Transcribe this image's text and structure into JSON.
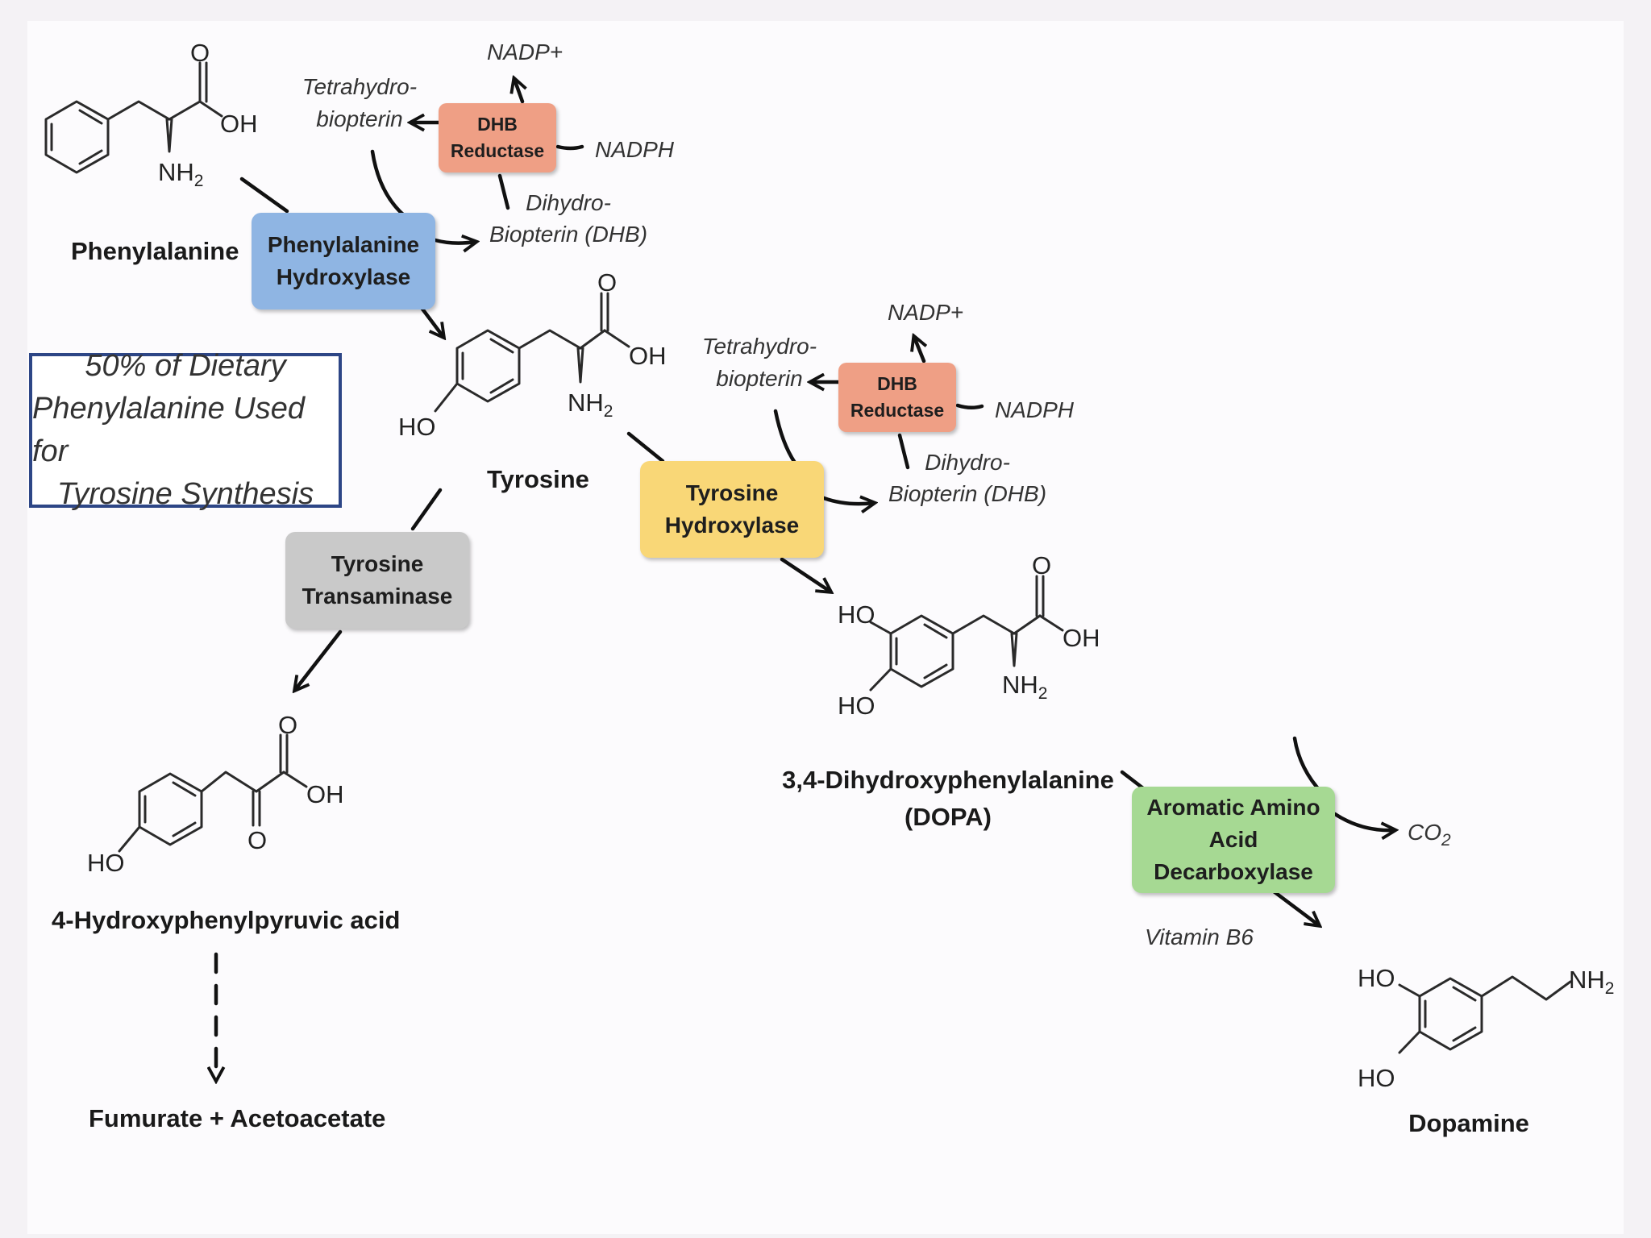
{
  "molecules": {
    "phenylalanine": "Phenylalanine",
    "tyrosine": "Tyrosine",
    "dopa_line1": "3,4-Dihydroxyphenylalanine",
    "dopa_line2": "(DOPA)",
    "hppa": "4-Hydroxyphenylpyruvic acid",
    "fumarate": "Fumurate + Acetoacetate",
    "dopamine": "Dopamine"
  },
  "atoms": {
    "O": "O",
    "OH": "OH",
    "HO": "HO",
    "NH": "NH",
    "two": "2"
  },
  "enzymes": {
    "phe_hydroxylase": {
      "line1": "Phenylalanine",
      "line2": "Hydroxylase",
      "color": "#8fb5e3"
    },
    "tyr_hydroxylase": {
      "line1": "Tyrosine",
      "line2": "Hydroxylase",
      "color": "#f9d777"
    },
    "tyr_transaminase": {
      "line1": "Tyrosine",
      "line2": "Transaminase",
      "color": "#c9c9c9"
    },
    "aadc": {
      "line1": "Aromatic Amino",
      "line2": "Acid",
      "line3": "Decarboxylase",
      "color": "#a6d993"
    },
    "dhb_reductase": {
      "line1": "DHB",
      "line2": "Reductase",
      "color": "#ef9f85"
    }
  },
  "cofactors": {
    "nadp_plus": "NADP+",
    "nadph": "NADPH",
    "thb_line1": "Tetrahydro-",
    "thb_line2": "biopterin",
    "dhb_line1": "Dihydro-",
    "dhb_line2": "Biopterin (DHB)",
    "co": "CO",
    "co2_sub": "2",
    "vitamin_b6": "Vitamin B6"
  },
  "note": {
    "line1": "50% of Dietary",
    "line2": "Phenylalanine Used for",
    "line3": "Tyrosine Synthesis",
    "border_color": "#2d4686"
  }
}
